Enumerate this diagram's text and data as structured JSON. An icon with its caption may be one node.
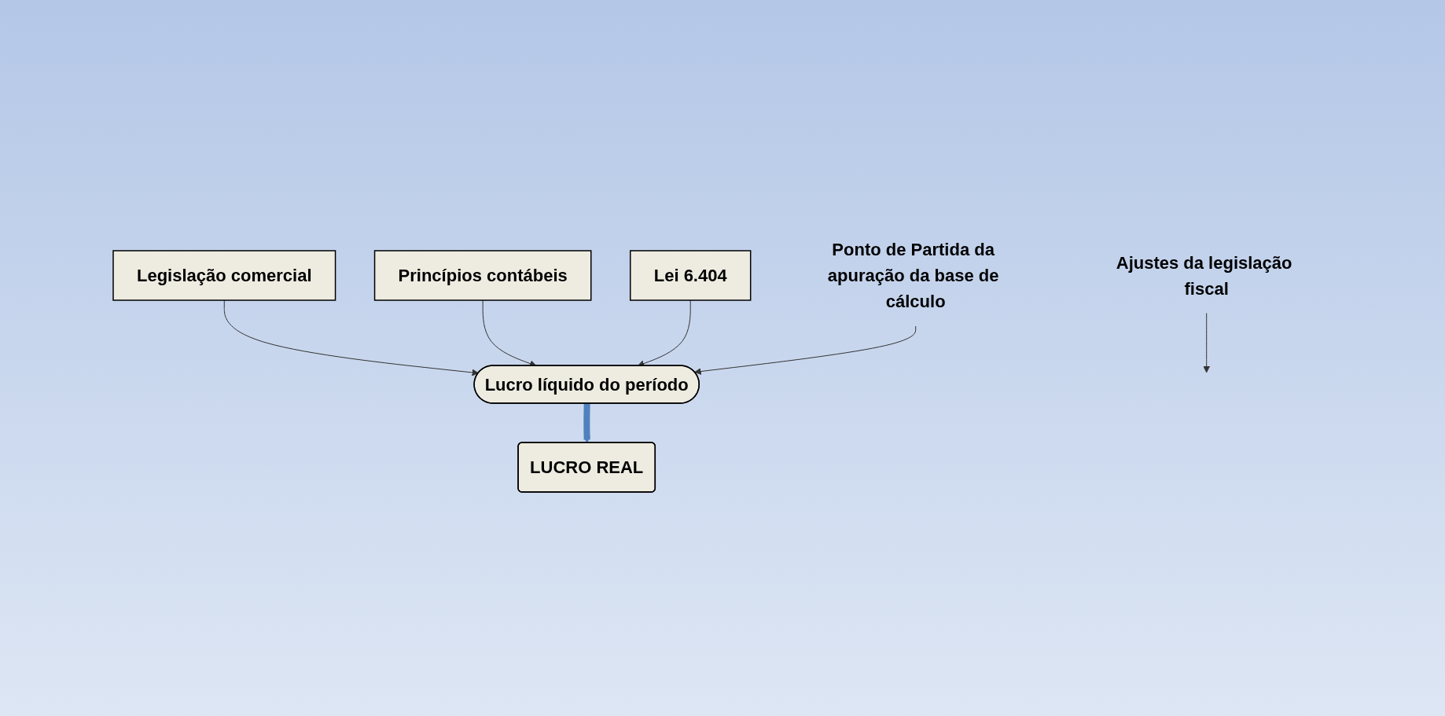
{
  "diagram": {
    "nodes": [
      {
        "text": [
          "Legislação comercial"
        ]
      },
      {
        "text": [
          "Princípios contábeis"
        ]
      },
      {
        "text": [
          "Lei 6.404"
        ]
      },
      {
        "text": [
          "Ponto de Partida da apuração da base de cálculo"
        ]
      },
      {
        "text": [
          "Lucro líquido do período"
        ]
      },
      {
        "text": [
          "Ajustes da legislação fiscal"
        ]
      },
      {
        "text": [
          "LUCRO REAL"
        ]
      }
    ],
    "edges": [
      {
        "from": 0,
        "to": 4,
        "arrow": "to"
      },
      {
        "from": 1,
        "to": 4,
        "arrow": "to"
      },
      {
        "from": 2,
        "to": 4,
        "arrow": "to"
      },
      {
        "from": 3,
        "to": 4,
        "arrow": "to"
      },
      {
        "from": 4,
        "to": 6,
        "arrow": "to",
        "style": "thick",
        "color": "#4f81bd"
      },
      {
        "from": 5,
        "to": null,
        "arrow": "to"
      }
    ]
  }
}
